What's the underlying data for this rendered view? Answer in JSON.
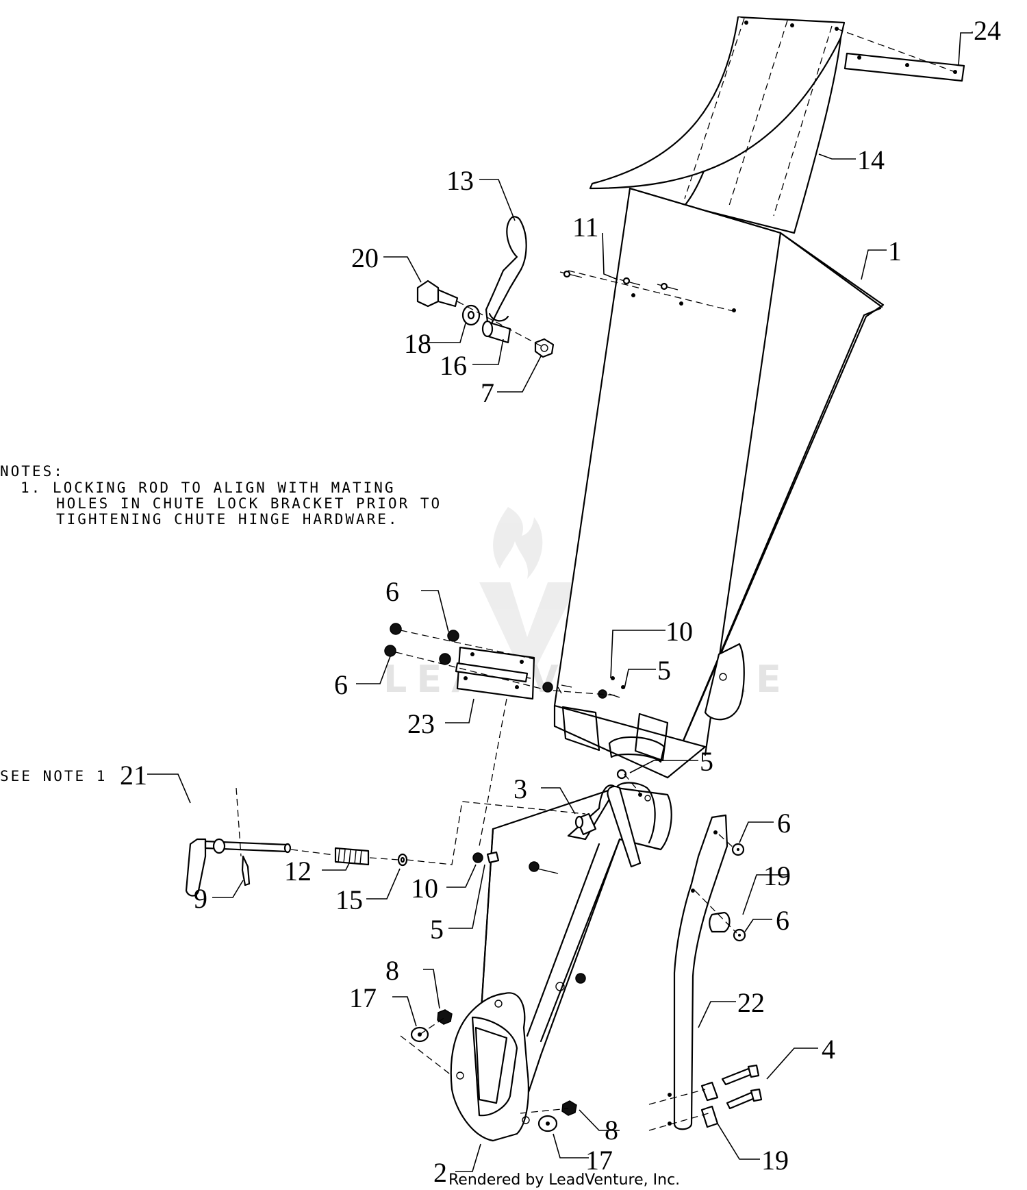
{
  "callouts": {
    "c1": "1",
    "c2": "2",
    "c3": "3",
    "c4": "4",
    "c5a": "5",
    "c5b": "5",
    "c5c": "5",
    "c6a": "6",
    "c6b": "6",
    "c6c": "6",
    "c6d": "6",
    "c7": "7",
    "c8a": "8",
    "c8b": "8",
    "c9": "9",
    "c10a": "10",
    "c10b": "10",
    "c11": "11",
    "c12": "12",
    "c13": "13",
    "c14": "14",
    "c15": "15",
    "c16": "16",
    "c17a": "17",
    "c17b": "17",
    "c18": "18",
    "c19a": "19",
    "c19b": "19",
    "c20": "20",
    "c21": "21",
    "c22": "22",
    "c23": "23",
    "c24": "24"
  },
  "notes": {
    "heading": "NOTES:",
    "line1": "1. LOCKING ROD TO ALIGN WITH MATING",
    "line2": "HOLES IN CHUTE LOCK BRACKET PRIOR TO",
    "line3": "TIGHTENING CHUTE HINGE HARDWARE."
  },
  "see_note": "SEE NOTE 1",
  "watermark": "LEADVENTURE",
  "footer": "Rendered by LeadVenture, Inc."
}
